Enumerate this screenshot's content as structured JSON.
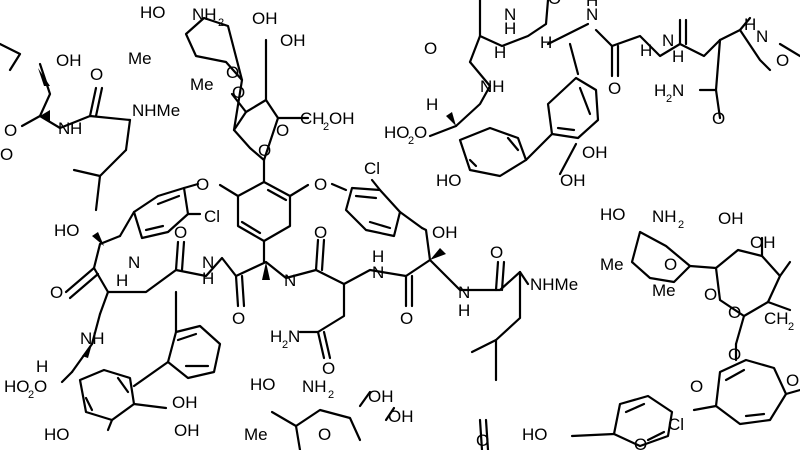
{
  "diagram": {
    "type": "chemical-structure",
    "labels": {
      "oh": "OH",
      "ho": "HO",
      "o": "O",
      "n": "N",
      "nh": "NH",
      "h": "H",
      "cl": "Cl",
      "me": "Me",
      "nh2": "NH",
      "h2n": "H",
      "nhme": "NHMe",
      "ch2oh": "CH",
      "ho2c": "HO",
      "sub2": "2"
    }
  }
}
